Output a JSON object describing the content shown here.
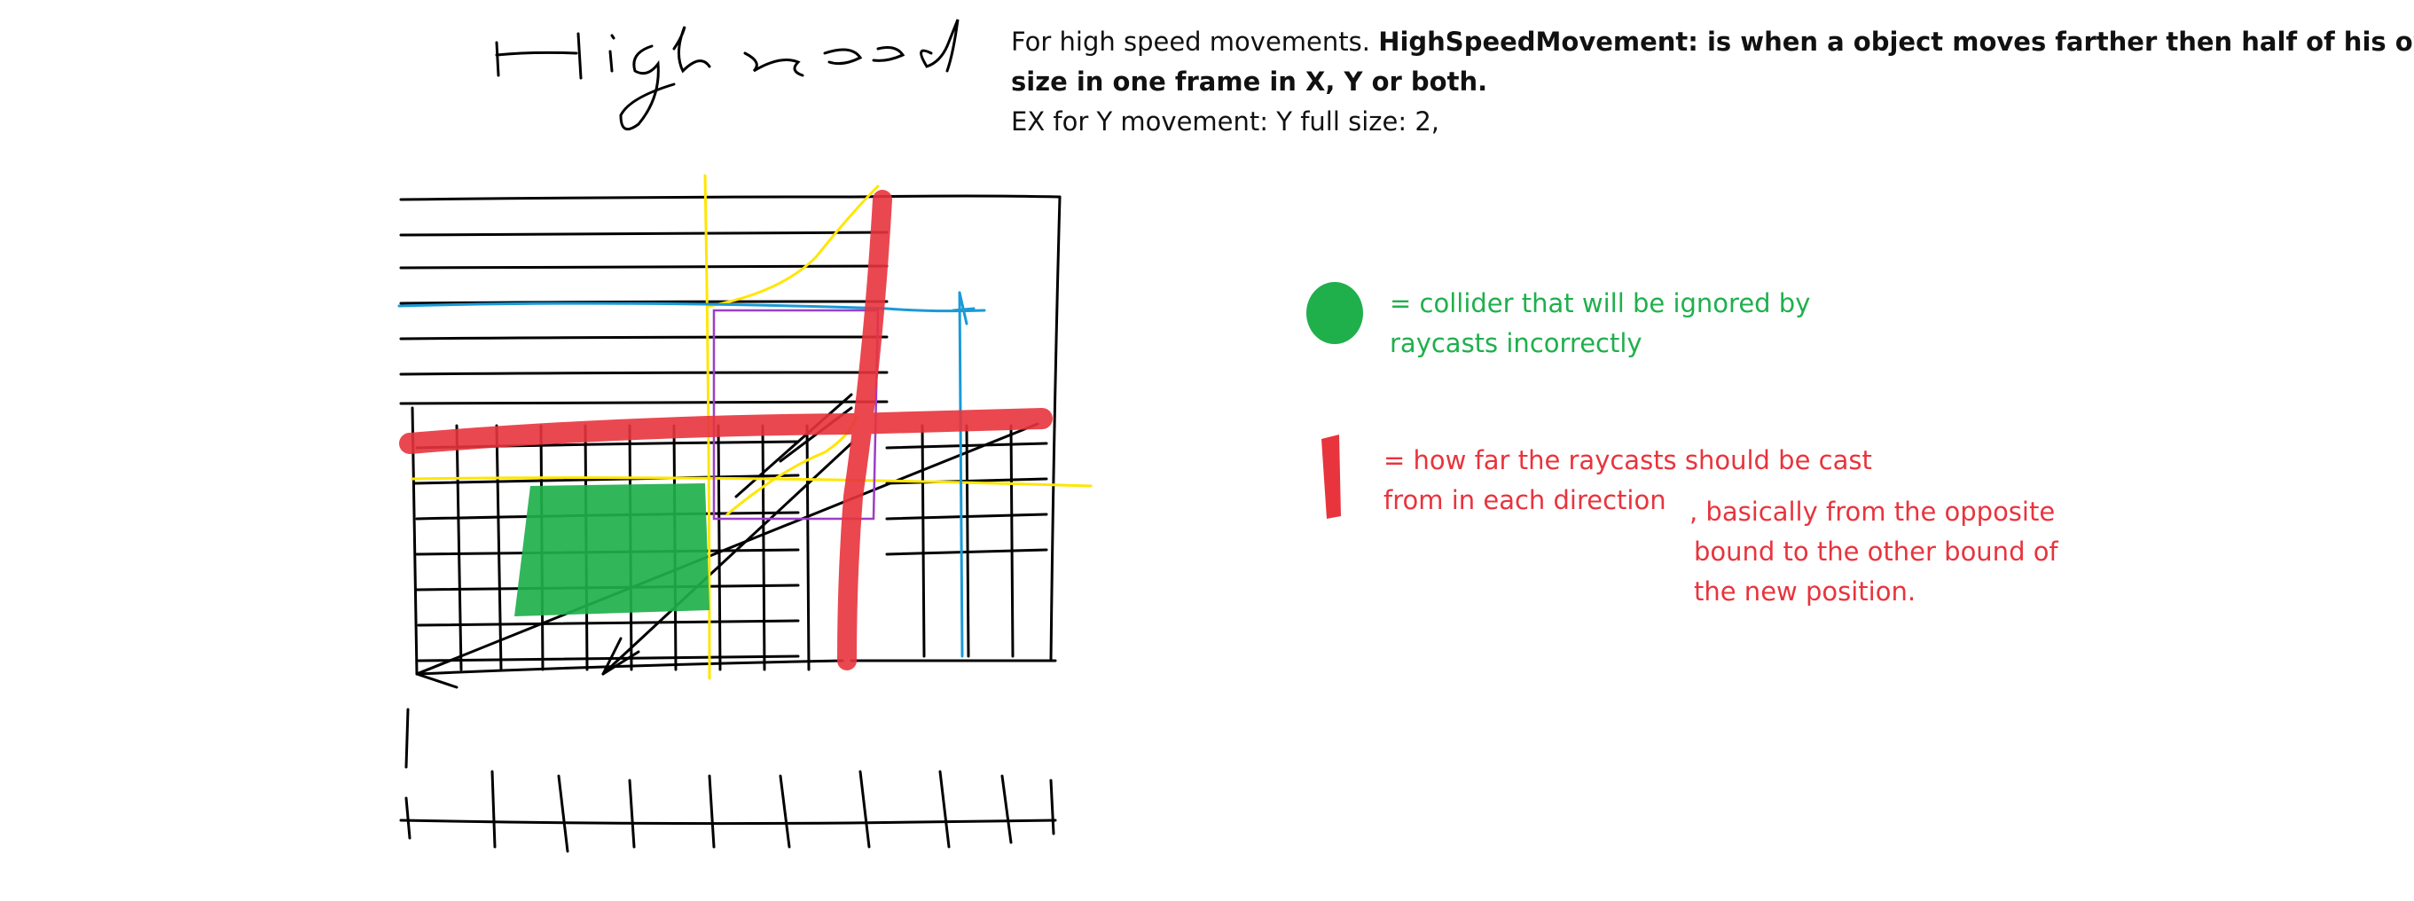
{
  "header": {
    "handwritten_title": "High speed",
    "intro_plain": "For high speed movements. ",
    "intro_bold_1": "HighSpeedMovement: is when a object moves farther then half of his own",
    "intro_bold_2": "size in one frame in X, Y or both.",
    "example_line": "EX for Y movement: Y full size: 2,"
  },
  "legend": {
    "green_line_1": "= collider that will be ignored by",
    "green_line_2": "raycasts incorrectly",
    "red_line_1": "= how far the raycasts should be cast",
    "red_line_2": "from in each direction",
    "red_cont_1": ", basically from the opposite",
    "red_cont_2": "bound to the other bound of",
    "red_cont_3": "the new position."
  },
  "colors": {
    "ink": "#000000",
    "collider_green": "#1fb04c",
    "raycast_red": "#e8343d",
    "yellow": "#ffe600",
    "blue": "#1a9ad6",
    "purple": "#9b3fc6"
  }
}
